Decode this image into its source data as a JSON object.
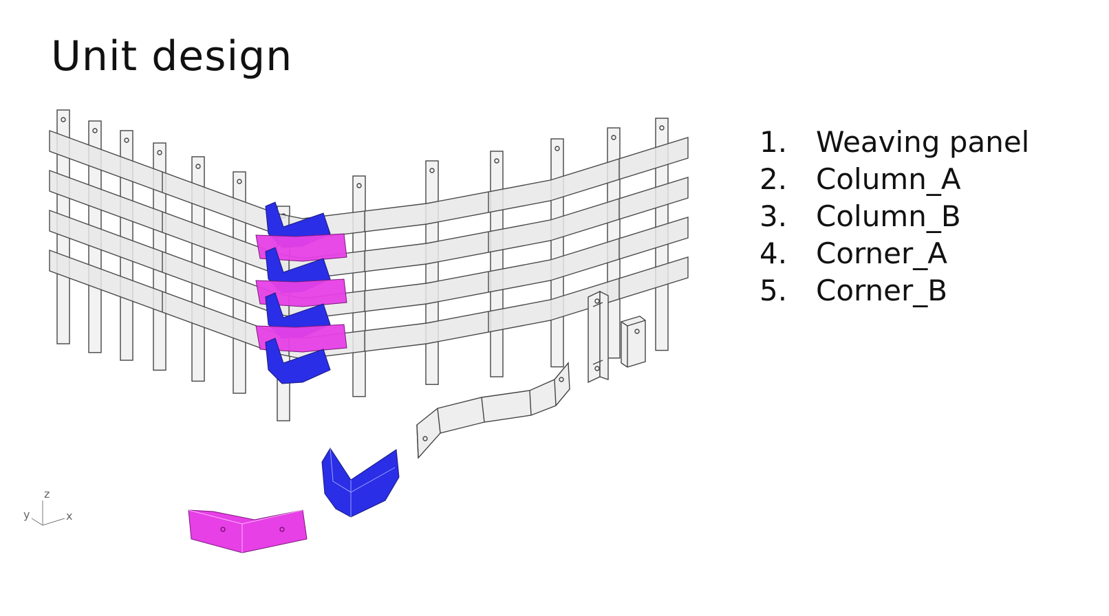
{
  "title": "Unit design",
  "legend": [
    {
      "num": "1.",
      "label": "Weaving panel"
    },
    {
      "num": "2.",
      "label": "Column_A"
    },
    {
      "num": "3.",
      "label": "Column_B"
    },
    {
      "num": "4.",
      "label": "Corner_A"
    },
    {
      "num": "5.",
      "label": "Corner_B"
    }
  ],
  "axes": {
    "z": "z",
    "y": "y",
    "x": "x"
  },
  "colors": {
    "corner_blue": "#2a2ee6",
    "corner_magenta": "#e640e6",
    "panel_fill": "#e9e9e9",
    "line": "#555555"
  }
}
